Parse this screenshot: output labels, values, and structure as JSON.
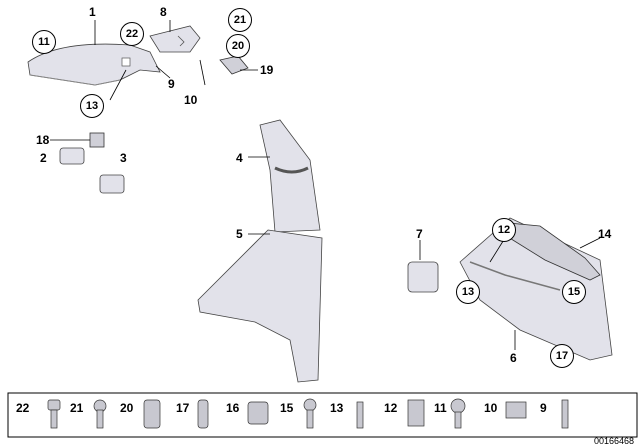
{
  "callouts_plain": [
    "1",
    "8",
    "19",
    "9",
    "10",
    "18",
    "2",
    "3",
    "4",
    "5",
    "7",
    "14",
    "6"
  ],
  "callouts_circled": [
    "11",
    "22",
    "21",
    "20",
    "13",
    "12",
    "13",
    "15",
    "17"
  ],
  "reference_strip": [
    "22",
    "21",
    "20",
    "17",
    "16",
    "15",
    "13",
    "12",
    "11",
    "10",
    "9"
  ],
  "document_number": "00166468",
  "colors": {
    "part_fill": "#e2e2ea",
    "part_dark": "#9a9aa6",
    "line": "#000000"
  }
}
